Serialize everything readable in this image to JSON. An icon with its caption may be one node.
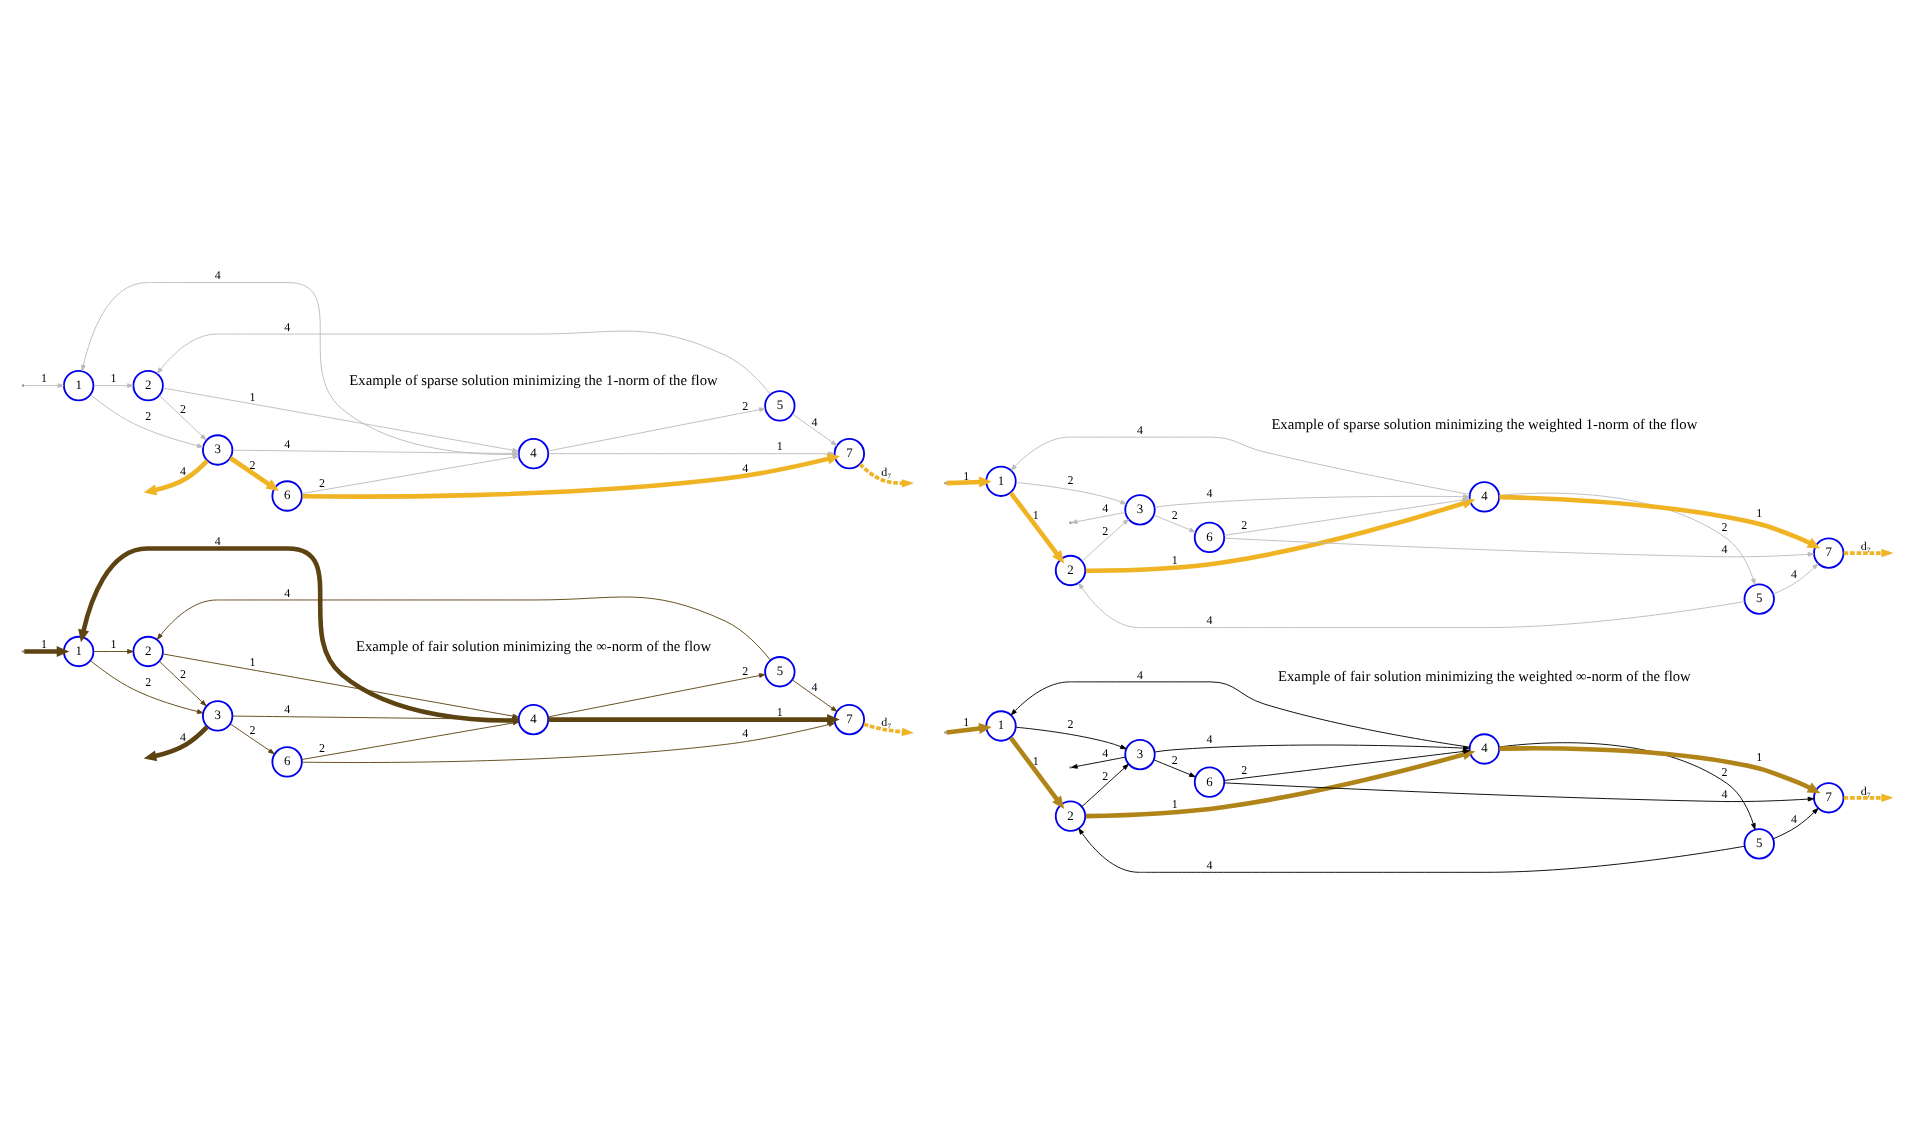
{
  "diagram": {
    "labels": [
      "Example of sparse solution minimizing the 1-norm of the flow",
      "Example of sparse solution minimizing the weighted 1-norm of the flow",
      "Example of fair solution minimizing the ∞-norm of the flow",
      "Example of fair solution minimizing the weighted ∞-norm of the flow"
    ],
    "nodes": [
      {
        "text": [
          "1"
        ]
      },
      {
        "text": [
          "2"
        ]
      },
      {
        "text": [
          "3"
        ]
      },
      {
        "text": [
          "4"
        ]
      },
      {
        "text": [
          "5"
        ]
      },
      {
        "text": [
          "6"
        ]
      },
      {
        "text": [
          "7"
        ]
      },
      {
        "text": [
          "1"
        ]
      },
      {
        "text": [
          "2"
        ]
      },
      {
        "text": [
          "3"
        ]
      },
      {
        "text": [
          "4"
        ]
      },
      {
        "text": [
          "5"
        ]
      },
      {
        "text": [
          "6"
        ]
      },
      {
        "text": [
          "7"
        ]
      },
      {
        "text": [
          "1"
        ]
      },
      {
        "text": [
          "2"
        ]
      },
      {
        "text": [
          "3"
        ]
      },
      {
        "text": [
          "4"
        ]
      },
      {
        "text": [
          "5"
        ]
      },
      {
        "text": [
          "6"
        ]
      },
      {
        "text": [
          "7"
        ]
      },
      {
        "text": [
          "1"
        ]
      },
      {
        "text": [
          "2"
        ]
      },
      {
        "text": [
          "3"
        ]
      },
      {
        "text": [
          "4"
        ]
      },
      {
        "text": [
          "5"
        ]
      },
      {
        "text": [
          "6"
        ]
      },
      {
        "text": [
          "7"
        ]
      }
    ],
    "edges": [
      {
        "from": null,
        "to": 0,
        "arrow": "to",
        "label": "1"
      },
      {
        "from": 0,
        "to": 1,
        "arrow": "to",
        "label": "1"
      },
      {
        "from": 4,
        "to": 1,
        "arrow": "to",
        "label": "4"
      },
      {
        "from": 1,
        "to": 2,
        "arrow": "to",
        "label": "2"
      },
      {
        "from": 1,
        "to": 3,
        "arrow": "to",
        "label": "1"
      },
      {
        "from": 3,
        "to": 4,
        "arrow": "to",
        "label": "2"
      },
      {
        "from": 3,
        "to": 0,
        "arrow": "to",
        "label": "4"
      },
      {
        "from": 4,
        "to": 6,
        "arrow": "to",
        "label": "4"
      },
      {
        "from": 0,
        "to": 2,
        "arrow": "to",
        "label": "2"
      },
      {
        "from": 2,
        "to": 3,
        "arrow": "to",
        "label": "4"
      },
      {
        "from": 3,
        "to": 6,
        "arrow": "to",
        "label": "1"
      },
      {
        "from": 5,
        "to": 3,
        "arrow": "to",
        "label": "2"
      },
      {
        "from": 2,
        "to": 5,
        "arrow": "to",
        "label": "2",
        "style": "thick",
        "color": "#f0b323"
      },
      {
        "from": 5,
        "to": 6,
        "arrow": "to",
        "label": "4",
        "style": "thick",
        "color": "#f0b323"
      },
      {
        "from": 2,
        "to": null,
        "arrow": "to",
        "label": "4",
        "style": "thick",
        "color": "#f0b323"
      },
      {
        "from": 6,
        "to": null,
        "arrow": "to",
        "label": "d₇",
        "style": "dashed",
        "color": "#f0b323"
      },
      {
        "from": null,
        "to": 7,
        "arrow": "to",
        "label": "1",
        "style": "thick",
        "color": "#f0b323"
      },
      {
        "from": 7,
        "to": 8,
        "arrow": "to",
        "label": "1",
        "style": "thick",
        "color": "#f0b323"
      },
      {
        "from": 11,
        "to": 8,
        "arrow": "to",
        "label": "4"
      },
      {
        "from": 8,
        "to": 9,
        "arrow": "to",
        "label": "2"
      },
      {
        "from": 8,
        "to": 10,
        "arrow": "to",
        "label": "1",
        "style": "thick",
        "color": "#f0b323"
      },
      {
        "from": 10,
        "to": 11,
        "arrow": "to",
        "label": "2"
      },
      {
        "from": 10,
        "to": 7,
        "arrow": "to",
        "label": "4"
      },
      {
        "from": 11,
        "to": 13,
        "arrow": "to",
        "label": "4"
      },
      {
        "from": 7,
        "to": 9,
        "arrow": "to",
        "label": "2"
      },
      {
        "from": 9,
        "to": 10,
        "arrow": "to",
        "label": "4"
      },
      {
        "from": 10,
        "to": 13,
        "arrow": "to",
        "label": "1",
        "style": "thick",
        "color": "#f0b323"
      },
      {
        "from": 12,
        "to": 10,
        "arrow": "to",
        "label": "2"
      },
      {
        "from": 9,
        "to": 12,
        "arrow": "to",
        "label": "2"
      },
      {
        "from": 12,
        "to": 13,
        "arrow": "to",
        "label": "4"
      },
      {
        "from": 9,
        "to": null,
        "arrow": "to",
        "label": "4"
      },
      {
        "from": 13,
        "to": null,
        "arrow": "to",
        "label": "d₇",
        "style": "dashed",
        "color": "#f0b323"
      },
      {
        "from": null,
        "to": 14,
        "arrow": "to",
        "label": "1",
        "style": "thick",
        "color": "#5c4311"
      },
      {
        "from": 14,
        "to": 15,
        "arrow": "to",
        "label": "1",
        "color": "#5c4311"
      },
      {
        "from": 18,
        "to": 15,
        "arrow": "to",
        "label": "4",
        "color": "#5c4311"
      },
      {
        "from": 15,
        "to": 16,
        "arrow": "to",
        "label": "2",
        "color": "#5c4311"
      },
      {
        "from": 15,
        "to": 17,
        "arrow": "to",
        "label": "1",
        "color": "#5c4311"
      },
      {
        "from": 17,
        "to": 18,
        "arrow": "to",
        "label": "2",
        "color": "#5c4311"
      },
      {
        "from": 17,
        "to": 14,
        "arrow": "to",
        "label": "4",
        "style": "thick",
        "color": "#5c4311"
      },
      {
        "from": 18,
        "to": 20,
        "arrow": "to",
        "label": "4",
        "color": "#5c4311"
      },
      {
        "from": 14,
        "to": 16,
        "arrow": "to",
        "label": "2",
        "color": "#5c4311"
      },
      {
        "from": 16,
        "to": 17,
        "arrow": "to",
        "label": "4",
        "color": "#5c4311"
      },
      {
        "from": 17,
        "to": 20,
        "arrow": "to",
        "label": "1",
        "style": "thick",
        "color": "#5c4311"
      },
      {
        "from": 19,
        "to": 17,
        "arrow": "to",
        "label": "2",
        "color": "#5c4311"
      },
      {
        "from": 16,
        "to": 19,
        "arrow": "to",
        "label": "2",
        "color": "#5c4311"
      },
      {
        "from": 19,
        "to": 20,
        "arrow": "to",
        "label": "4",
        "color": "#5c4311"
      },
      {
        "from": 16,
        "to": null,
        "arrow": "to",
        "label": "4",
        "style": "thick",
        "color": "#5c4311"
      },
      {
        "from": 20,
        "to": null,
        "arrow": "to",
        "label": "d₇",
        "style": "dashed",
        "color": "#f0b323"
      },
      {
        "from": null,
        "to": 21,
        "arrow": "to",
        "label": "1",
        "style": "thick",
        "color": "#b08418"
      },
      {
        "from": 21,
        "to": 22,
        "arrow": "to",
        "label": "1",
        "style": "thick",
        "color": "#b08418"
      },
      {
        "from": 25,
        "to": 22,
        "arrow": "to",
        "label": "4",
        "color": "#000000"
      },
      {
        "from": 22,
        "to": 23,
        "arrow": "to",
        "label": "2",
        "color": "#000000"
      },
      {
        "from": 22,
        "to": 24,
        "arrow": "to",
        "label": "1",
        "style": "thick",
        "color": "#b08418"
      },
      {
        "from": 24,
        "to": 25,
        "arrow": "to",
        "label": "2",
        "color": "#000000"
      },
      {
        "from": 24,
        "to": 21,
        "arrow": "to",
        "label": "4",
        "color": "#000000"
      },
      {
        "from": 25,
        "to": 27,
        "arrow": "to",
        "label": "4",
        "color": "#000000"
      },
      {
        "from": 21,
        "to": 23,
        "arrow": "to",
        "label": "2",
        "color": "#000000"
      },
      {
        "from": 23,
        "to": 24,
        "arrow": "to",
        "label": "4",
        "color": "#000000"
      },
      {
        "from": 24,
        "to": 27,
        "arrow": "to",
        "label": "1",
        "style": "thick",
        "color": "#b08418"
      },
      {
        "from": 26,
        "to": 24,
        "arrow": "to",
        "label": "2",
        "color": "#000000"
      },
      {
        "from": 23,
        "to": 26,
        "arrow": "to",
        "label": "2",
        "color": "#000000"
      },
      {
        "from": 26,
        "to": 27,
        "arrow": "to",
        "label": "4",
        "color": "#000000"
      },
      {
        "from": 23,
        "to": null,
        "arrow": "to",
        "label": "4",
        "color": "#000000"
      },
      {
        "from": 27,
        "to": null,
        "arrow": "to",
        "label": "d₇",
        "style": "dashed",
        "color": "#f0b323"
      }
    ]
  }
}
